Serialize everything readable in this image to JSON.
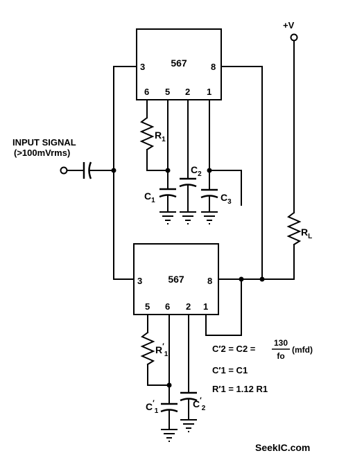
{
  "supply": "+V",
  "input": {
    "line1": "INPUT SIGNAL",
    "line2": "(>100mVrms)"
  },
  "ic_top": {
    "name": "567",
    "pins": {
      "p3": "3",
      "p8": "8",
      "p6": "6",
      "p5": "5",
      "p2": "2",
      "p1": "1"
    }
  },
  "ic_bottom": {
    "name": "567",
    "pins": {
      "p3": "3",
      "p8": "8",
      "p5": "5",
      "p6": "6",
      "p2": "2",
      "p1": "1"
    }
  },
  "components": {
    "r1": "R",
    "r1_sub": "1",
    "c1": "C",
    "c1_sub": "1",
    "c2": "C",
    "c2_sub": "2",
    "c3": "C",
    "c3_sub": "3",
    "rl": "R",
    "rl_sub": "L",
    "r1p": "R",
    "r1p_sub": "1",
    "c1p": "C",
    "c1p_sub": "1",
    "c2p": "C",
    "c2p_sub": "2",
    "prime": "′"
  },
  "notes": {
    "eq1_lhs": "C′2 = C2 =",
    "eq1_num": "130",
    "eq1_den": "fo",
    "eq1_unit": "(mfd)",
    "eq2": "C′1 = C1",
    "eq3": "R′1 = 1.12 R1"
  },
  "watermark": "SeekIC.com"
}
